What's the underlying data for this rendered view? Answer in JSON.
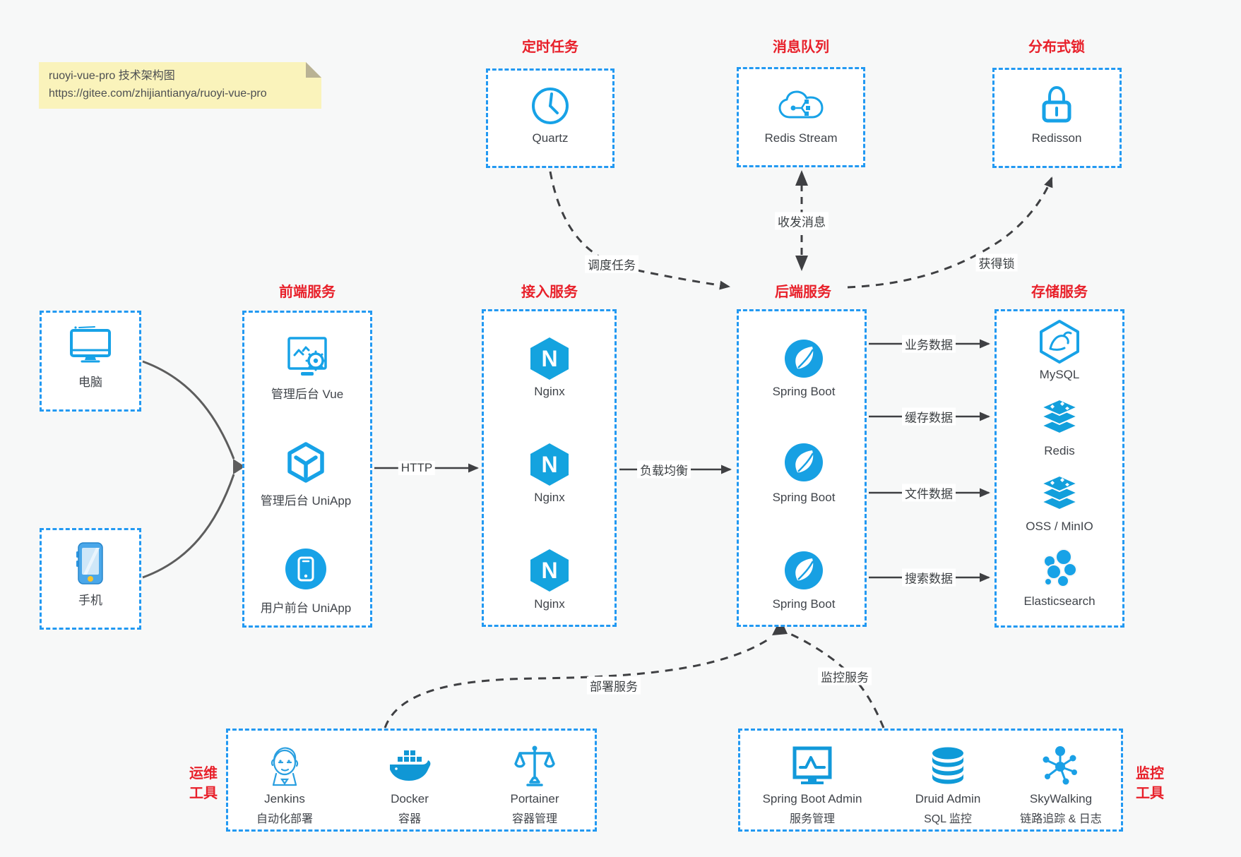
{
  "note": {
    "line1": "ruoyi-vue-pro 技术架构图",
    "line2": "https://gitee.com/zhijiantianya/ruoyi-vue-pro"
  },
  "colors": {
    "accent_blue": "#2299f2",
    "icon_blue": "#17a2e7",
    "title_red": "#e8202a",
    "arrow_dark": "#3f4043",
    "note_bg": "#faf3bb"
  },
  "groups": {
    "scheduled": {
      "title": "定时任务",
      "items": [
        {
          "label": "Quartz",
          "icon": "clock-icon"
        }
      ]
    },
    "mq": {
      "title": "消息队列",
      "items": [
        {
          "label": "Redis Stream",
          "icon": "cloud-share-icon"
        }
      ]
    },
    "lock": {
      "title": "分布式锁",
      "items": [
        {
          "label": "Redisson",
          "icon": "lock-icon"
        }
      ]
    },
    "clients": [
      {
        "label": "电脑",
        "icon": "desktop-icon"
      },
      {
        "label": "手机",
        "icon": "phone-icon"
      }
    ],
    "frontend": {
      "title": "前端服务",
      "items": [
        {
          "label": "管理后台 Vue",
          "icon": "admin-vue-icon"
        },
        {
          "label": "管理后台 UniApp",
          "icon": "uniapp-cube-icon"
        },
        {
          "label": "用户前台 UniApp",
          "icon": "user-app-icon"
        }
      ]
    },
    "gateway": {
      "title": "接入服务",
      "items": [
        "Nginx",
        "Nginx",
        "Nginx"
      ],
      "icon": "nginx-icon"
    },
    "backend": {
      "title": "后端服务",
      "items": [
        "Spring Boot",
        "Spring Boot",
        "Spring Boot"
      ],
      "icon": "spring-leaf-icon"
    },
    "storage": {
      "title": "存储服务",
      "items": [
        "MySQL",
        "Redis",
        "OSS / MinIO",
        "Elasticsearch"
      ],
      "icons": [
        "mysql-dolphin-icon",
        "redis-stack-icon",
        "oss-stack-icon",
        "elasticsearch-icon"
      ]
    },
    "ops": {
      "title_line1": "运维",
      "title_line2": "工具",
      "items": [
        {
          "name": "Jenkins",
          "desc": "自动化部署",
          "icon": "jenkins-icon"
        },
        {
          "name": "Docker",
          "desc": "容器",
          "icon": "docker-whale-icon"
        },
        {
          "name": "Portainer",
          "desc": "容器管理",
          "icon": "portainer-scales-icon"
        }
      ]
    },
    "monitor": {
      "title_line1": "监控",
      "title_line2": "工具",
      "items": [
        {
          "name": "Spring Boot Admin",
          "desc": "服务管理",
          "icon": "admin-monitor-icon"
        },
        {
          "name": "Druid Admin",
          "desc": "SQL 监控",
          "icon": "database-icon"
        },
        {
          "name": "SkyWalking",
          "desc": "链路追踪 & 日志",
          "icon": "skywalking-node-icon"
        }
      ]
    }
  },
  "edges": {
    "http": "HTTP",
    "lb": "负载均衡",
    "schedule": "调度任务",
    "msg": "收发消息",
    "getlock": "获得锁",
    "data": [
      "业务数据",
      "缓存数据",
      "文件数据",
      "搜索数据"
    ],
    "deploy": "部署服务",
    "monitor": "监控服务"
  }
}
